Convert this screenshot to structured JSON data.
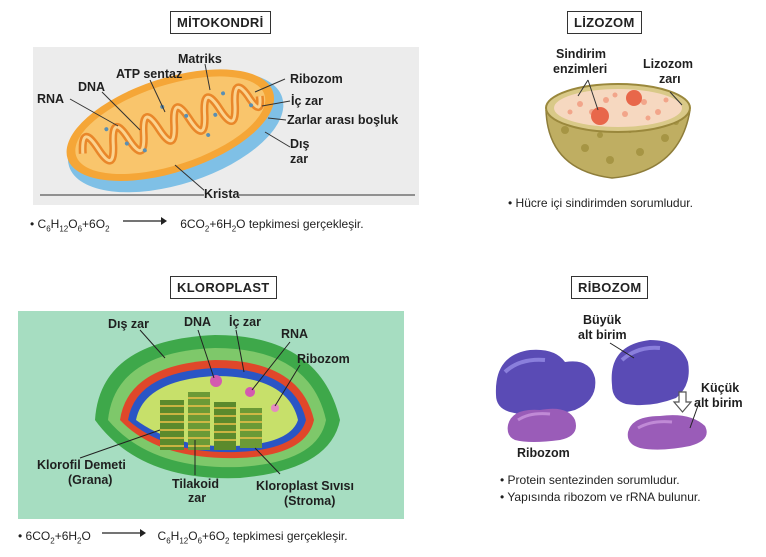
{
  "mito": {
    "title": "MİTOKONDRİ",
    "labels": {
      "matriks": "Matriks",
      "atp": "ATP sentaz",
      "dna": "DNA",
      "rna": "RNA",
      "ribozom": "Ribozom",
      "ic_zar": "İç zar",
      "zarlar": "Zarlar arası boşluk",
      "dis1": "Dış",
      "dis2": "zar",
      "krista": "Krista"
    },
    "eq": {
      "bullet": "•",
      "r1": "C",
      "r1s1": "6",
      "r2": "H",
      "r2s": "12",
      "r3": "O",
      "r3s": "6",
      "plus": "+6O",
      "plus_s": "2",
      "p1": "6CO",
      "p1s": "2",
      "p2": "+6H",
      "p2s": "2",
      "p3": "O tepkimesi gerçekleşir."
    }
  },
  "lizo": {
    "title": "LİZOZOM",
    "labels": {
      "sindirim1": "Sindirim",
      "sindirim2": "enzimleri",
      "lizozom1": "Lizozom",
      "lizozom2": "zarı"
    },
    "bullet": "• Hücre içi sindirimden sorumludur."
  },
  "kloro": {
    "title": "KLOROPLAST",
    "labels": {
      "dis_zar": "Dış zar",
      "dna": "DNA",
      "ic_zar": "İç zar",
      "rna": "RNA",
      "ribozom": "Ribozom",
      "klorofil1": "Klorofil Demeti",
      "klorofil2": "(Grana)",
      "tilakoid1": "Tilakoid",
      "tilakoid2": "zar",
      "sivi1": "Kloroplast Sıvısı",
      "sivi2": "(Stroma)"
    },
    "eq": {
      "bullet": "•",
      "r1": "6CO",
      "r1s": "2",
      "r2": "+6H",
      "r2s": "2",
      "r3": "O",
      "p1": "C",
      "p1s1": "6",
      "p2": "H",
      "p2s": "12",
      "p3": "O",
      "p3s": "6",
      "p4": "+6O",
      "p4s": "2",
      "p5": " tepkimesi gerçekleşir."
    }
  },
  "ribo": {
    "title": "RİBOZOM",
    "labels": {
      "buyuk1": "Büyük",
      "buyuk2": "alt birim",
      "kucuk1": "Küçük",
      "kucuk2": "alt birim",
      "ribozom": "Ribozom"
    },
    "bullets": [
      "• Protein sentezinden sorumludur.",
      "• Yapısında ribozom ve rRNA bulunur."
    ]
  },
  "colors": {
    "mito_bg": "#ececec",
    "kloro_bg": "#a6ddc1",
    "mito_outer": "#f3a83a",
    "mito_rim": "#9fd0ee",
    "lizo_body": "#cfc07a",
    "lizo_top": "#f7d7c0",
    "kloro_outer": "#3ea84a",
    "ribo_large": "#5a4bb5",
    "ribo_small": "#9a5cb8"
  }
}
